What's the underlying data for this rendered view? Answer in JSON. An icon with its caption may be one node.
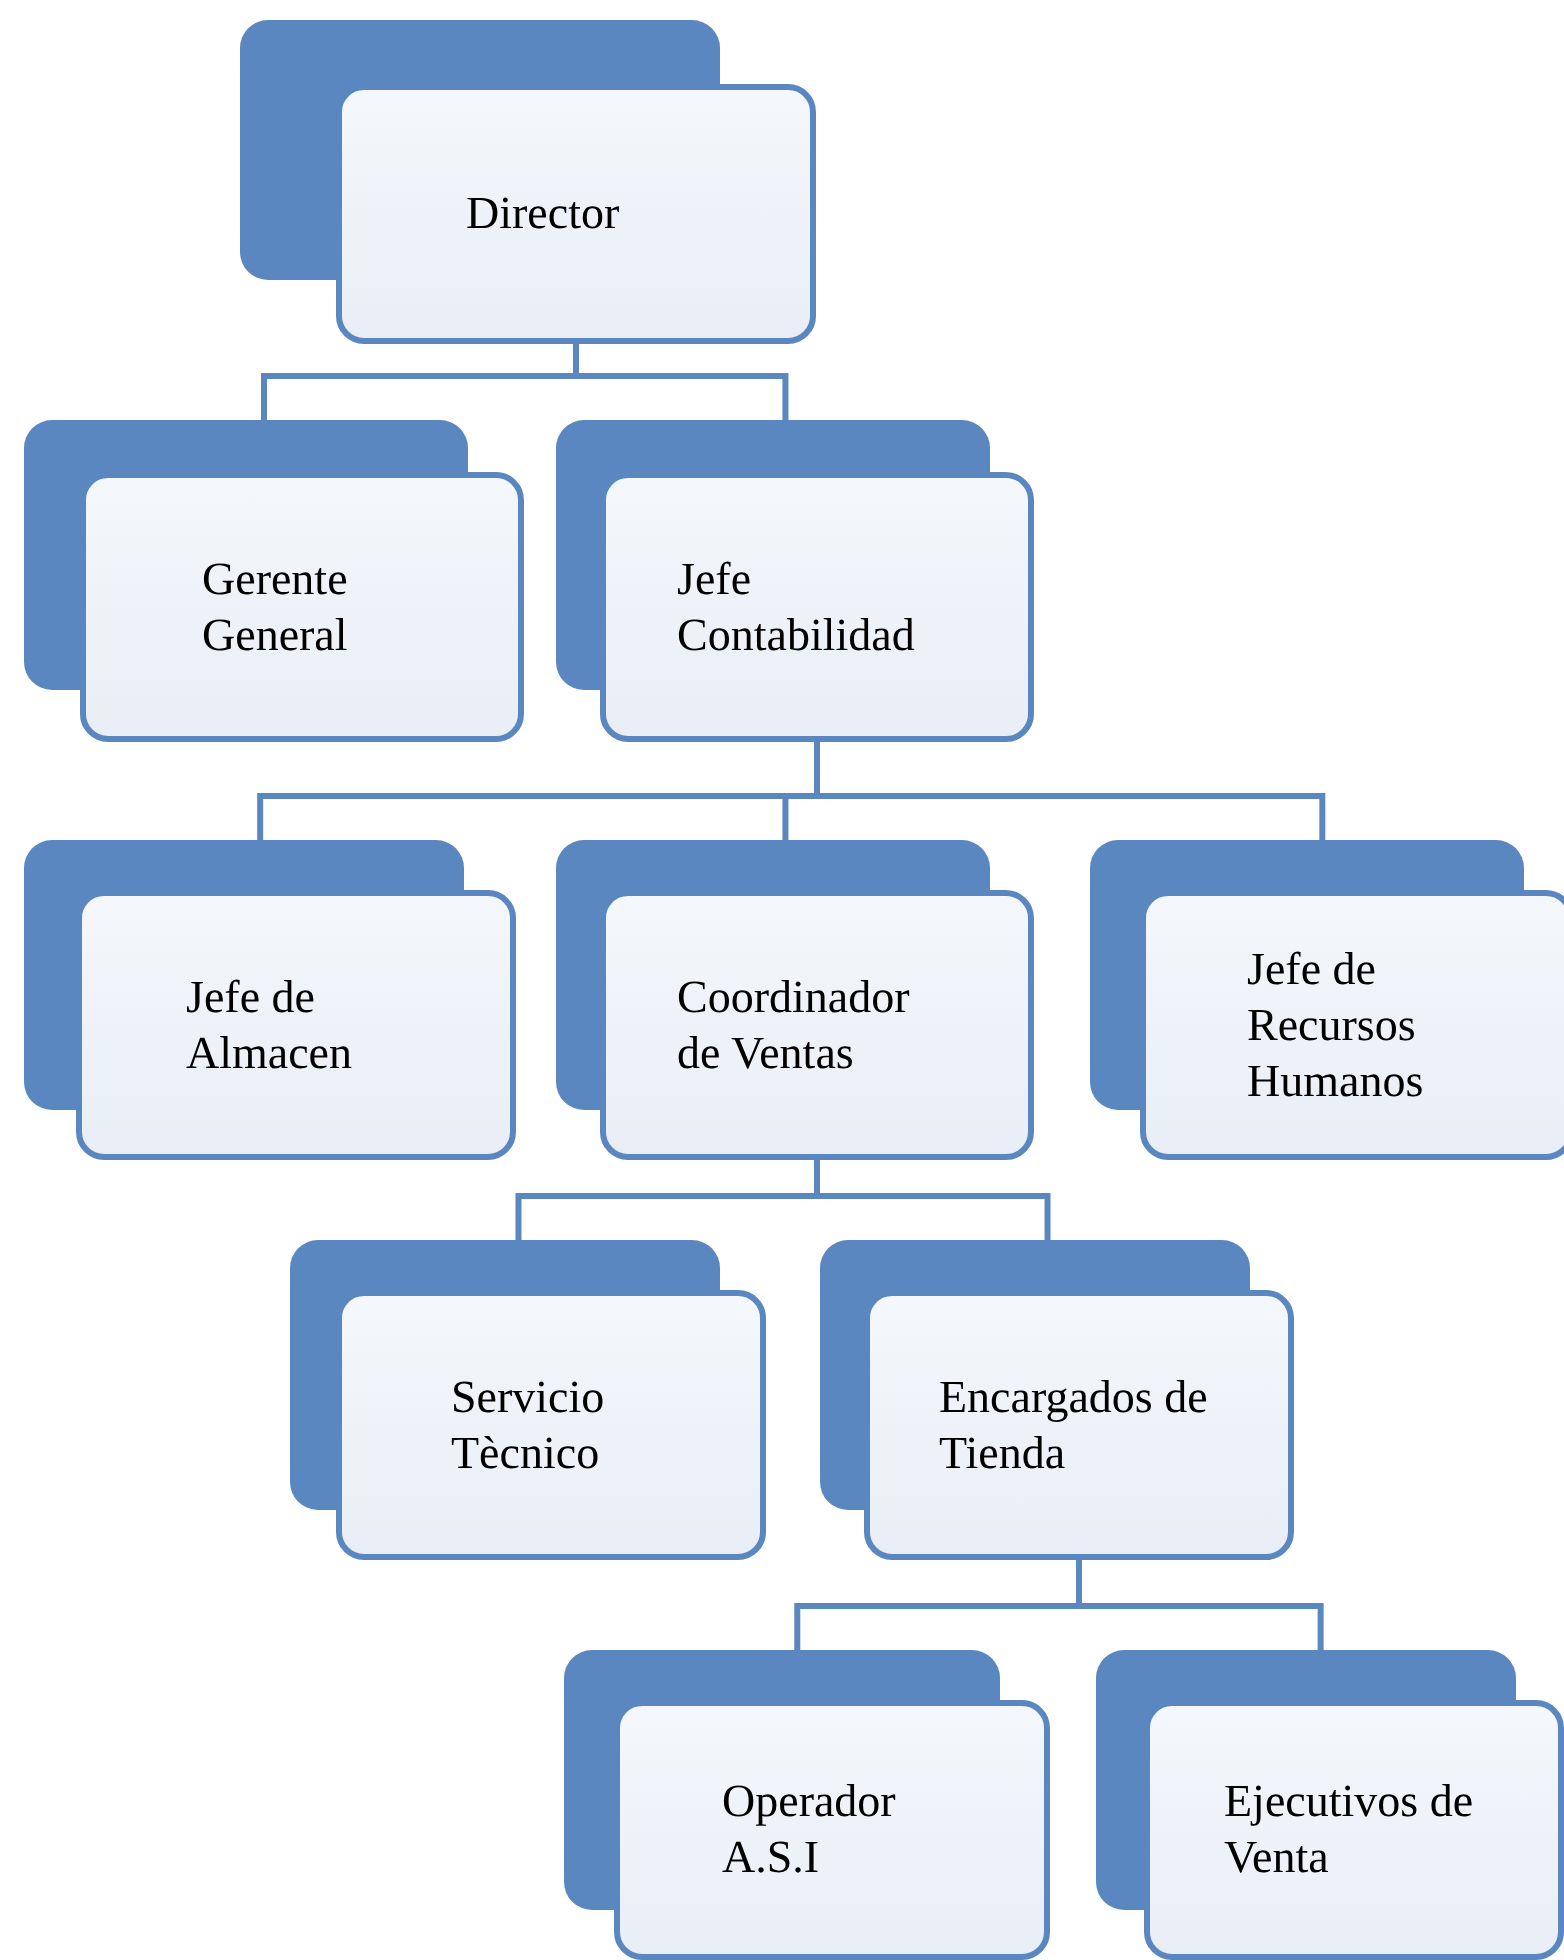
{
  "diagram": {
    "nodes": [
      {
        "text": [
          "Director"
        ]
      },
      {
        "text": [
          "Gerente General"
        ]
      },
      {
        "text": [
          "Jefe Contabilidad"
        ]
      },
      {
        "text": [
          "Jefe de Almacen"
        ]
      },
      {
        "text": [
          "Coordinador de Ventas"
        ]
      },
      {
        "text": [
          "Jefe de Recursos Humanos"
        ]
      },
      {
        "text": [
          "Servicio Tècnico"
        ]
      },
      {
        "text": [
          "Encargados de Tienda"
        ]
      },
      {
        "text": [
          "Operador A.S.I"
        ]
      },
      {
        "text": [
          "Ejecutivos de Venta"
        ]
      }
    ],
    "edges": [
      {
        "from": 0,
        "to": 1,
        "arrow": "none"
      },
      {
        "from": 0,
        "to": 2,
        "arrow": "none"
      },
      {
        "from": 2,
        "to": 3,
        "arrow": "none"
      },
      {
        "from": 2,
        "to": 4,
        "arrow": "none"
      },
      {
        "from": 2,
        "to": 5,
        "arrow": "none"
      },
      {
        "from": 4,
        "to": 6,
        "arrow": "none"
      },
      {
        "from": 4,
        "to": 7,
        "arrow": "none"
      },
      {
        "from": 7,
        "to": 8,
        "arrow": "none"
      },
      {
        "from": 7,
        "to": 9,
        "arrow": "none"
      }
    ]
  }
}
